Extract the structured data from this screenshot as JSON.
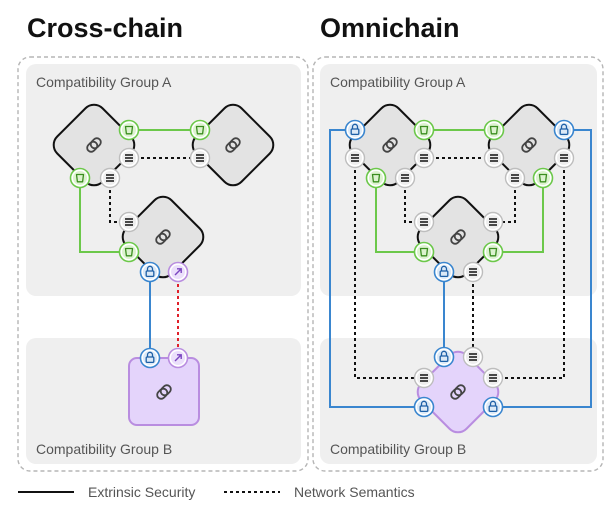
{
  "panels": {
    "cross_chain": {
      "title": "Cross-chain",
      "group_a": "Compatibility Group A",
      "group_b": "Compatibility Group B"
    },
    "omnichain": {
      "title": "Omnichain",
      "group_a": "Compatibility Group A",
      "group_b": "Compatibility Group B"
    }
  },
  "legend": {
    "extrinsic_security": "Extrinsic Security",
    "network_semantics": "Network Semantics"
  },
  "colors": {
    "green": "#6cc84a",
    "blue": "#3a86cf",
    "red": "#e0202a",
    "purple": "#b98de0",
    "purple_fill": "#e4d4fb",
    "node_fill": "#e3e3e3",
    "group_bg": "#efefef"
  },
  "icons": {
    "node": "link-icon",
    "green_badge": "shield-icon",
    "white_badge": "menu-icon",
    "blue_badge": "lock-icon",
    "purple_badge": "arrow-up-right-icon"
  }
}
